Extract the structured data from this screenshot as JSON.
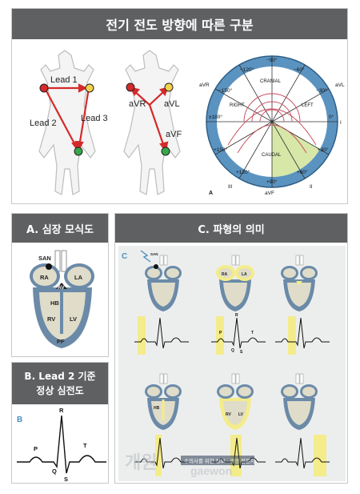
{
  "top": {
    "title": "전기 전도 방향에 따른 구분",
    "leads_left": {
      "lead1": "Lead 1",
      "lead2": "Lead 2",
      "lead3": "Lead 3"
    },
    "leads_mid": {
      "avr": "aVR",
      "avl": "aVL",
      "avf": "aVF"
    },
    "hex": {
      "m90": "−90°",
      "m150": "−150°",
      "m120": "−120°",
      "m60": "−60°",
      "m30": "−30°",
      "p180": "±180°",
      "zero": "0°",
      "p150": "+150°",
      "p120": "+120°",
      "p90": "+90°",
      "p60": "+60°",
      "p30": "+30°",
      "cranial": "CRANIAL",
      "right": "RIGHT",
      "left": "LEFT",
      "caudal": "CAUDAL",
      "avr": "aVR",
      "avl": "aVL",
      "avf": "aVF",
      "i": "I",
      "ii": "II",
      "iii": "III",
      "fig": "A"
    }
  },
  "sectionA": {
    "title": "A. 심장 모식도",
    "labels": {
      "san": "SAN",
      "ra": "RA",
      "la": "LA",
      "av": "AV",
      "hb": "HB",
      "rv": "RV",
      "lv": "LV",
      "pf": "PF"
    }
  },
  "sectionB": {
    "title_line1": "B. Lead 2 기준",
    "title_line2": "정상 심전도",
    "fig": "B",
    "labels": {
      "p": "P",
      "q": "Q",
      "r": "R",
      "s": "S",
      "t": "T"
    }
  },
  "sectionC": {
    "title": "C. 파형의 의미",
    "fig": "C",
    "labels": {
      "san": "SAN",
      "ra": "RA",
      "la": "LA",
      "hb": "HB",
      "rv": "RV",
      "lv": "LV",
      "p": "P",
      "q": "Q",
      "r": "R",
      "s": "S",
      "t": "T"
    }
  },
  "watermark": {
    "line1": "개원",
    "line2": "gaewon",
    "banner": "수의사를 위한 정보 · 경영 전문지"
  },
  "colors": {
    "header": "#5f6062",
    "lead_arrow": "#d42a2a",
    "heart_blue": "#6b8aa8",
    "heart_fill": "#dfdcc9",
    "highlight": "#f4ec8a"
  }
}
